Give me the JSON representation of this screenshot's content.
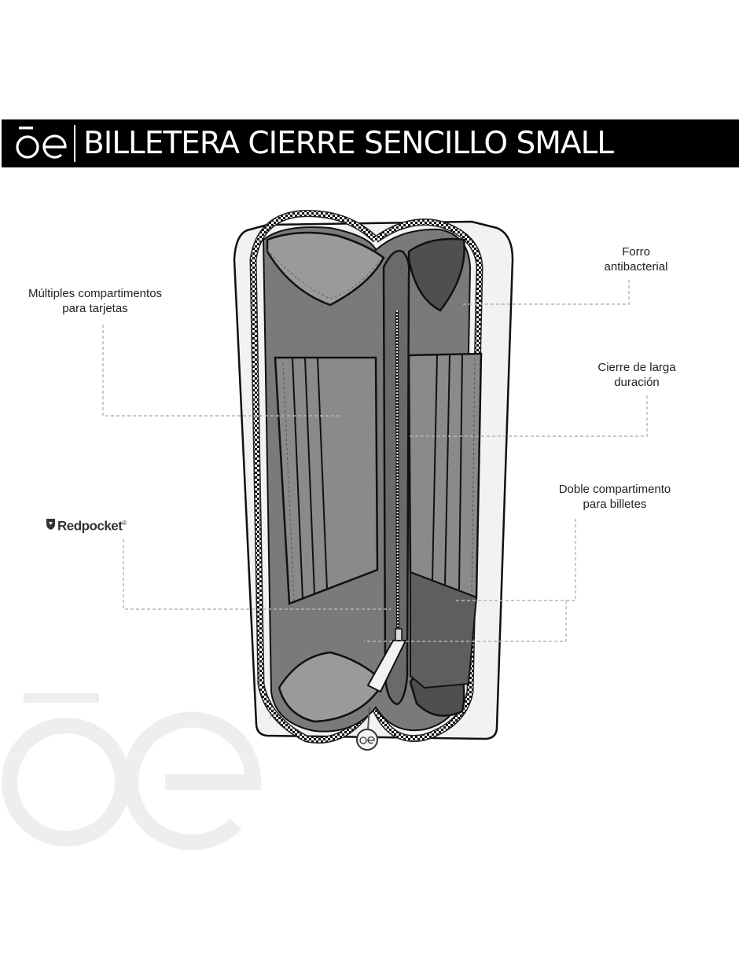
{
  "header": {
    "logo_text": "ōe",
    "title": "BILLETERA CIERRE SENCILLO SMALL"
  },
  "brand": {
    "name": "Redpocket",
    "trademark": "®"
  },
  "callouts": {
    "compartimentos_line1": "Múltiples compartimentos",
    "compartimentos_line2": "para tarjetas",
    "forro_line1": "Forro",
    "forro_line2": "antibacterial",
    "cierre_line1": "Cierre de larga",
    "cierre_line2": "duración",
    "doble_line1": "Doble compartimento",
    "doble_line2": "para billetes"
  },
  "watermark": {
    "text": "ōe"
  },
  "colors": {
    "header_bg": "#000000",
    "header_text": "#ffffff",
    "shell": "#f2f2f2",
    "lining": "#7a7a7a",
    "pocket_dark": "#5a5a5a",
    "leader_line": "#b5b5b5",
    "watermark": "#eeeeee"
  }
}
